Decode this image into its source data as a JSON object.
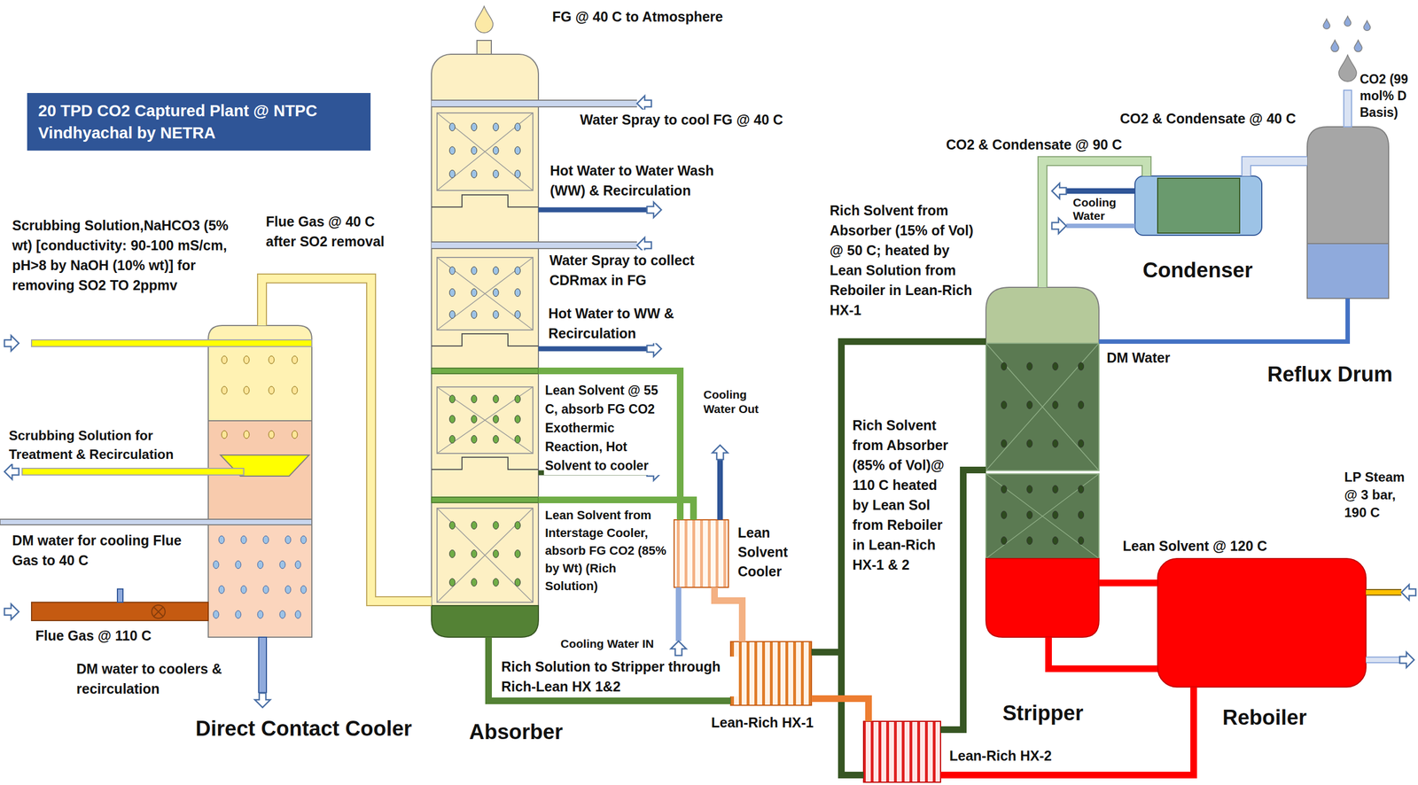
{
  "diagram": {
    "title": "20 TPD CO2 Captured Plant @ NTPC Vindhyachal by NETRA",
    "nodes": [
      {
        "text": [
          "Direct Contact Cooler"
        ]
      },
      {
        "text": [
          "Absorber"
        ]
      },
      {
        "text": [
          "Lean Solvent Cooler"
        ]
      },
      {
        "text": [
          "Lean-Rich HX-1"
        ]
      },
      {
        "text": [
          "Lean-Rich HX-2"
        ]
      },
      {
        "text": [
          "Stripper"
        ]
      },
      {
        "text": [
          "Reboiler"
        ]
      },
      {
        "text": [
          "Condenser"
        ]
      },
      {
        "text": [
          "Reflux Drum"
        ]
      }
    ],
    "edges": [
      {
        "from": 0,
        "to": 1,
        "arrow": "none"
      },
      {
        "from": 1,
        "to": 3,
        "label": "Rich Solution to Stripper through Rich-Lean HX 1&2",
        "arrow": "none"
      },
      {
        "from": 3,
        "to": 5,
        "arrow": "none"
      },
      {
        "from": 3,
        "to": 4,
        "arrow": "none"
      },
      {
        "from": 4,
        "to": 3,
        "arrow": "none"
      },
      {
        "from": 4,
        "to": 5,
        "arrow": "none"
      },
      {
        "from": 6,
        "to": 4,
        "arrow": "none"
      },
      {
        "from": 5,
        "to": 6,
        "arrow": "none"
      },
      {
        "from": 6,
        "to": 5,
        "arrow": "none"
      },
      {
        "from": 3,
        "to": 2,
        "arrow": "none"
      },
      {
        "from": 2,
        "to": 1,
        "arrow": "none"
      },
      {
        "from": 2,
        "to": 1,
        "arrow": "none"
      },
      {
        "from": 5,
        "to": 7,
        "label": "CO2 & Condensate @ 90 C",
        "arrow": "none"
      },
      {
        "from": 7,
        "to": 8,
        "label": "CO2 & Condensate @ 40 C",
        "arrow": "none"
      },
      {
        "from": 8,
        "to": 5,
        "label": "DM Water",
        "arrow": "none"
      }
    ],
    "labels": [
      "FG @ 40 C to Atmosphere",
      "Water Spray to cool FG @ 40 C",
      "Hot Water to Water Wash (WW) & Recirculation",
      "Water Spray to collect CDRmax in FG",
      "Hot Water to WW & Recirculation",
      "Lean Solvent @ 55 C, absorb FG CO2 Exothermic Reaction, Hot Solvent to cooler",
      "Lean Solvent from Interstage Cooler, absorb FG CO2 (85% by Wt) (Rich Solution)",
      "Cooling Water Out",
      "Cooling Water IN",
      "Scrubbing Solution,NaHCO3 (5% wt) [conductivity: 90-100 mS/cm, pH>8 by NaOH (10% wt)] for removing SO2 TO 2ppmv",
      "Flue Gas @ 40 C after SO2 removal",
      "Scrubbing Solution for Treatment & Recirculation",
      "DM water for cooling Flue Gas to 40 C",
      "Flue Gas @ 110 C",
      "DM water to coolers & recirculation",
      "Rich Solvent from Absorber (15% of Vol) @ 50 C; heated by Lean Solution from Reboiler in Lean-Rich HX-1",
      "Rich Solvent from Absorber (85% of Vol)@ 110 C heated by Lean Sol from Reboiler in Lean-Rich HX-1 & 2",
      "Cooling Water",
      "CO2 (99 mol% D Basis)",
      "LP Steam @ 3 bar, 190 C",
      "Lean Solvent @ 120 C"
    ]
  }
}
